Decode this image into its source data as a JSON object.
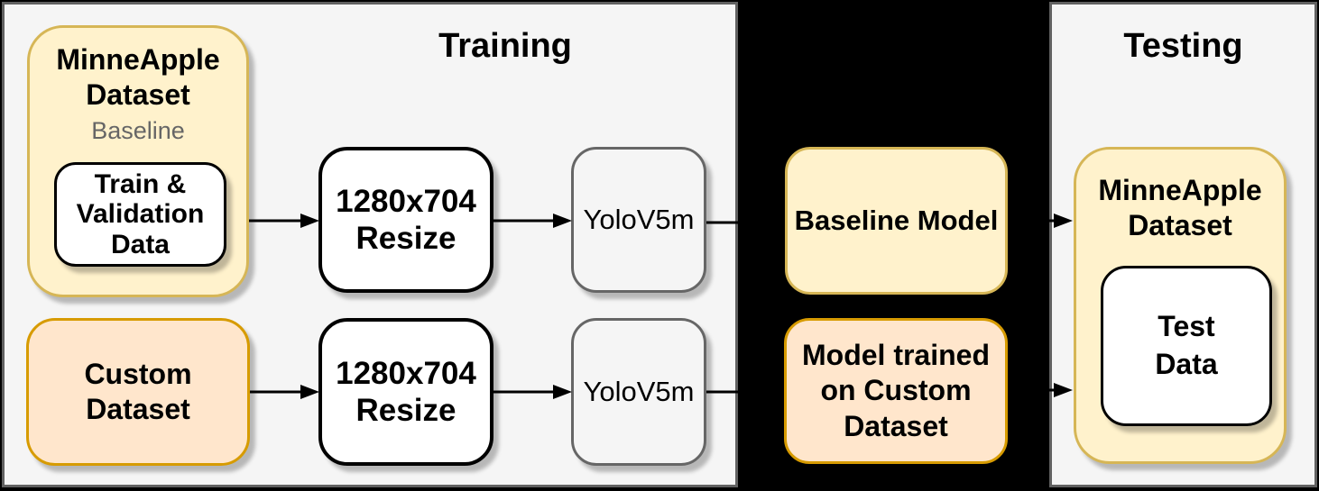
{
  "colors": {
    "canvas_bg": "#000000",
    "panel_fill": "#f5f5f5",
    "panel_border": "#616161",
    "yellow_fill": "#fff2cc",
    "yellow_border": "#d6b656",
    "peach_fill": "#ffe6cc",
    "peach_border": "#d79b00",
    "white_fill": "#ffffff",
    "gray_border": "#666666",
    "subtitle_gray": "#666666"
  },
  "training": {
    "title": "Training",
    "minneapple": {
      "title": "MinneApple\nDataset",
      "subtitle": "Baseline",
      "inner_label": "Train &\nValidation\nData"
    },
    "resize_top": "1280x704\nResize",
    "yolo_top": "YoloV5m",
    "custom_dataset": "Custom\nDataset",
    "resize_bottom": "1280x704\nResize",
    "yolo_bottom": "YoloV5m"
  },
  "models": {
    "baseline": "Baseline Model",
    "custom": "Model trained\non Custom\nDataset"
  },
  "testing": {
    "title": "Testing",
    "minneapple": {
      "title": "MinneApple\nDataset",
      "inner_label": "Test\nData"
    }
  }
}
